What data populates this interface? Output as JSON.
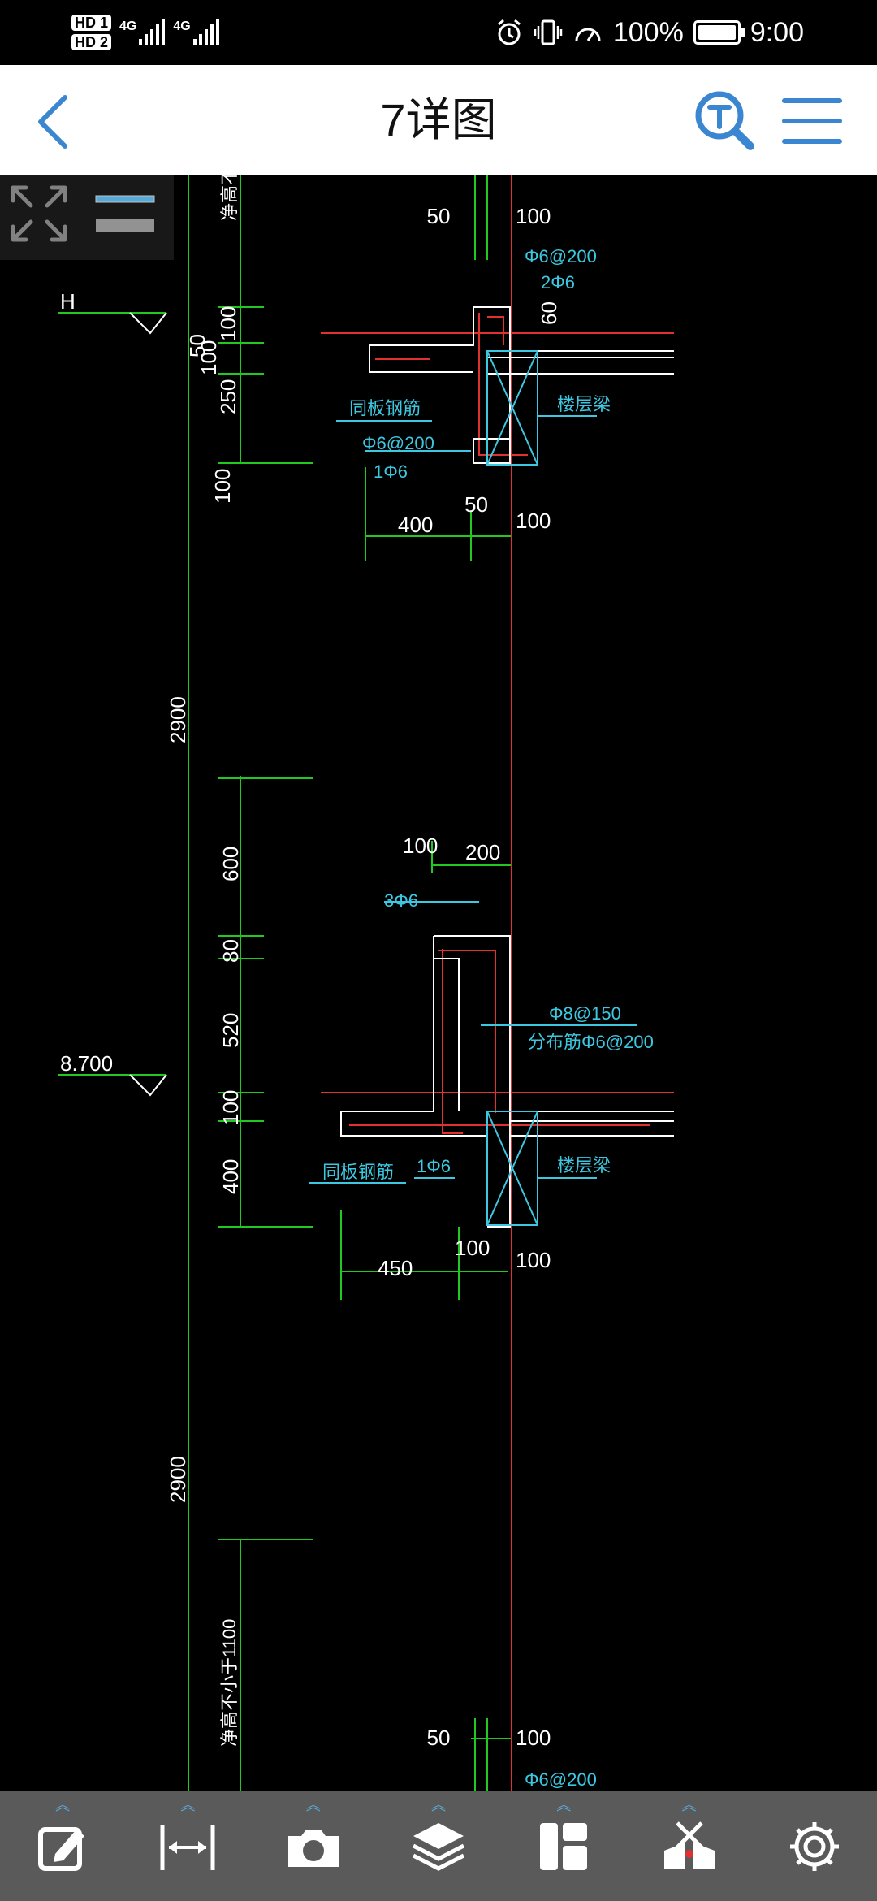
{
  "status_bar": {
    "hd1": "HD 1",
    "hd2": "HD 2",
    "sim1": "4G",
    "sim2": "4G",
    "battery": "100%",
    "battery_level": 1.0,
    "time": "9:00"
  },
  "app_bar": {
    "title": "7详图",
    "back_icon": "chevron-left-icon",
    "text_search_icon": "text-search-icon",
    "menu_icon": "hamburger-menu-icon",
    "accent": "#3a86d0"
  },
  "viewer": {
    "background": "#000000",
    "zoom_panel": {
      "fit_icon": "fit-screen-icon",
      "line_icon": "line-weight-icon"
    }
  },
  "drawing": {
    "top_section": {
      "dims_vertical": [
        "100",
        "50",
        "100",
        "250",
        "100"
      ],
      "dims_top": [
        "50",
        "100"
      ],
      "dims_bottom": [
        "400",
        "50",
        "100"
      ],
      "dim_60": "60",
      "labels": [
        "Φ6@200",
        "2Φ6",
        "同板钢筋",
        "Φ6@200",
        "1Φ6",
        "楼层梁"
      ],
      "level_mark": "H",
      "clear_height_top": "净高不"
    },
    "story_height_1": "2900",
    "mid_section": {
      "dims_vertical": [
        "600",
        "80",
        "520",
        "100",
        "400"
      ],
      "dims_top": [
        "100",
        "200"
      ],
      "dims_bottom": [
        "450",
        "100",
        "100"
      ],
      "labels": [
        "3Φ6",
        "Φ8@150",
        "分布筋Φ6@200",
        "同板钢筋",
        "1Φ6",
        "楼层梁"
      ],
      "level_mark": "8.700"
    },
    "story_height_2": "2900",
    "clear_height_bottom": "净高不小于1100",
    "bottom_section": {
      "dims_top": [
        "50",
        "100"
      ],
      "label": "Φ6@200"
    }
  },
  "toolbar": {
    "items": [
      {
        "name": "annotate",
        "icon": "edit-note-icon",
        "expandable": true
      },
      {
        "name": "measure",
        "icon": "measure-distance-icon",
        "expandable": true
      },
      {
        "name": "screenshot",
        "icon": "camera-icon",
        "expandable": true
      },
      {
        "name": "layers",
        "icon": "layers-icon",
        "expandable": true
      },
      {
        "name": "layout",
        "icon": "layout-icon",
        "expandable": true
      },
      {
        "name": "tools",
        "icon": "toolbox-icon",
        "expandable": true
      },
      {
        "name": "settings",
        "icon": "gear-icon",
        "expandable": false
      }
    ]
  }
}
